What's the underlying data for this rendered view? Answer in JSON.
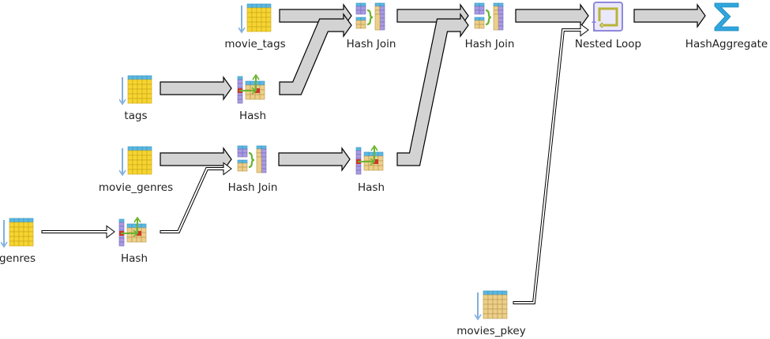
{
  "diagram": {
    "type": "query-plan",
    "nodes": [
      {
        "id": "movie_tags_scan",
        "label": "movie_tags",
        "kind": "seq-scan",
        "icon": "table-scan-icon"
      },
      {
        "id": "hash_join_1",
        "label": "Hash Join",
        "kind": "hash-join",
        "icon": "hash-join-icon"
      },
      {
        "id": "hash_join_2",
        "label": "Hash Join",
        "kind": "hash-join",
        "icon": "hash-join-icon"
      },
      {
        "id": "nested_loop",
        "label": "Nested Loop",
        "kind": "nested-loop",
        "icon": "nested-loop-icon"
      },
      {
        "id": "hash_aggregate",
        "label": "HashAggregate",
        "kind": "aggregate",
        "icon": "sigma-icon"
      },
      {
        "id": "tags_scan",
        "label": "tags",
        "kind": "seq-scan",
        "icon": "table-scan-icon"
      },
      {
        "id": "hash_tags",
        "label": "Hash",
        "kind": "hash",
        "icon": "hash-icon"
      },
      {
        "id": "movie_genres_scan",
        "label": "movie_genres",
        "kind": "seq-scan",
        "icon": "table-scan-icon"
      },
      {
        "id": "hash_join_3",
        "label": "Hash Join",
        "kind": "hash-join",
        "icon": "hash-join-icon"
      },
      {
        "id": "hash_join3_hash",
        "label": "Hash",
        "kind": "hash",
        "icon": "hash-icon"
      },
      {
        "id": "genres_scan",
        "label": "genres",
        "kind": "seq-scan",
        "icon": "table-scan-icon"
      },
      {
        "id": "hash_genres",
        "label": "Hash",
        "kind": "hash",
        "icon": "hash-icon"
      },
      {
        "id": "movies_pkey_scan",
        "label": "movies_pkey",
        "kind": "index-scan",
        "icon": "index-scan-icon"
      }
    ],
    "edges": [
      {
        "from": "movie_tags_scan",
        "to": "hash_join_1",
        "weight": "thick"
      },
      {
        "from": "tags_scan",
        "to": "hash_tags",
        "weight": "thick"
      },
      {
        "from": "hash_tags",
        "to": "hash_join_1",
        "weight": "thick"
      },
      {
        "from": "hash_join_1",
        "to": "hash_join_2",
        "weight": "thick"
      },
      {
        "from": "movie_genres_scan",
        "to": "hash_join_3",
        "weight": "thick"
      },
      {
        "from": "genres_scan",
        "to": "hash_genres",
        "weight": "thin"
      },
      {
        "from": "hash_genres",
        "to": "hash_join_3",
        "weight": "thin"
      },
      {
        "from": "hash_join_3",
        "to": "hash_join3_hash",
        "weight": "thick"
      },
      {
        "from": "hash_join3_hash",
        "to": "hash_join_2",
        "weight": "thick"
      },
      {
        "from": "hash_join_2",
        "to": "nested_loop",
        "weight": "thick"
      },
      {
        "from": "movies_pkey_scan",
        "to": "nested_loop",
        "weight": "thin"
      },
      {
        "from": "nested_loop",
        "to": "hash_aggregate",
        "weight": "thick"
      }
    ]
  },
  "colors": {
    "arrow_fill": "#d3d3d3",
    "arrow_stroke": "#000000",
    "table_header": "#5bb8e0",
    "table_cell": "#f6d531",
    "table_cell_border": "#c9a41a",
    "index_cell": "#ecd08a",
    "hash_column": "#a99be0",
    "hash_red": "#d0342c",
    "hash_green": "#6ab52f",
    "loop_outer": "#8f88d8",
    "loop_inner": "#b9b339",
    "sigma": "#2fa6dd",
    "scan_arrow": "#7fb0e0"
  }
}
